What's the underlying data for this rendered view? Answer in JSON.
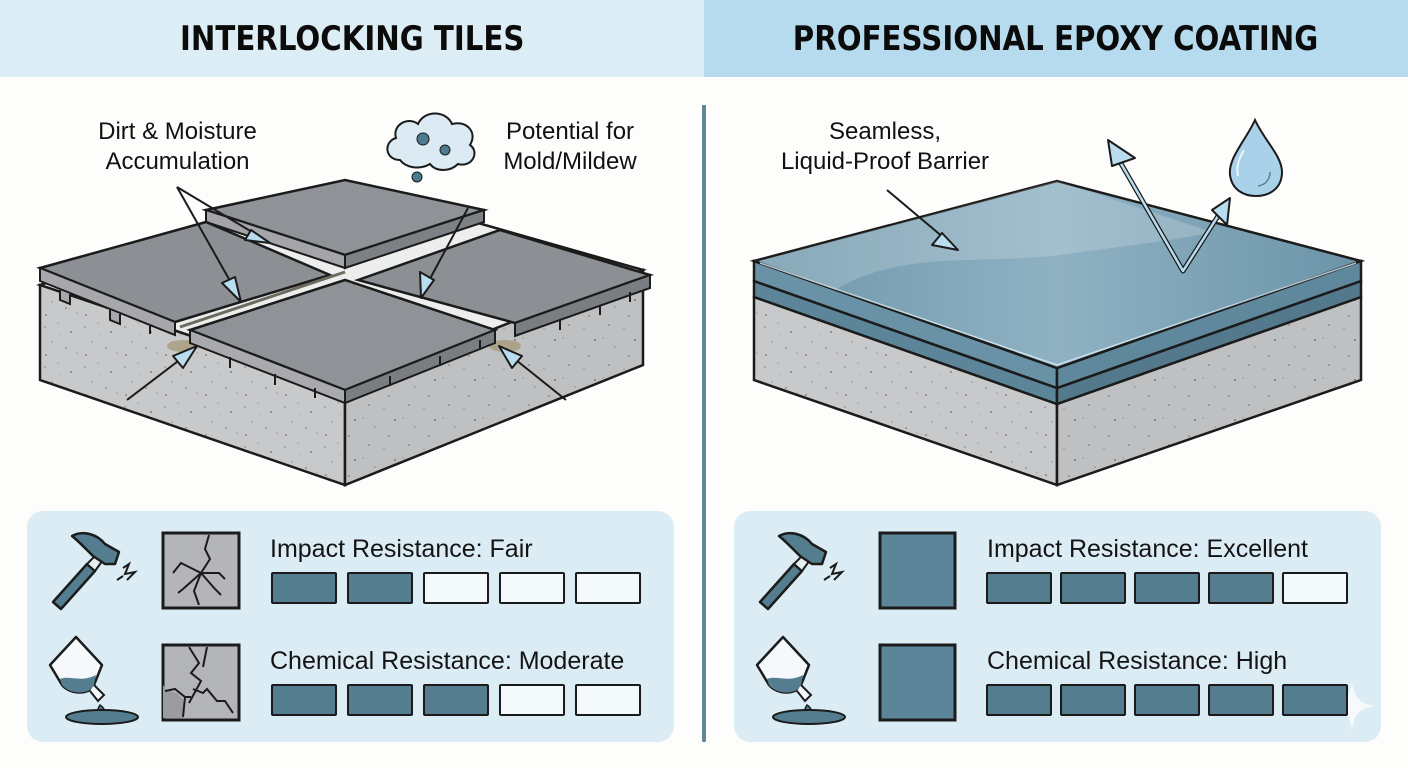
{
  "colors": {
    "accent": "#557d90",
    "header_left_bg": "#dcedf6",
    "header_right_bg": "#b6dbee",
    "panel_bg": "#dcecf5",
    "tile_gray": "#8f9297",
    "concrete": "#c9cacb",
    "epoxy": "#6b93a8"
  },
  "left": {
    "title": "INTERLOCKING TILES",
    "callouts": [
      {
        "line1": "Dirt & Moisture",
        "line2": "Accumulation"
      },
      {
        "line1": "Potential for",
        "line2": "Mold/Mildew"
      }
    ],
    "metrics": [
      {
        "label": "Impact Resistance: Fair",
        "rating": 2,
        "max": 5,
        "icon": "hammer-icon",
        "sample_icon": "cracked-tile-icon"
      },
      {
        "label": "Chemical Resistance: Moderate",
        "rating": 3,
        "max": 5,
        "icon": "chemical-bottle-icon",
        "sample_icon": "broken-tile-icon"
      }
    ]
  },
  "right": {
    "title": "PROFESSIONAL EPOXY COATING",
    "callouts": [
      {
        "line1": "Seamless,",
        "line2": "Liquid-Proof Barrier"
      }
    ],
    "metrics": [
      {
        "label": "Impact Resistance: Excellent",
        "rating": 4,
        "max": 5,
        "icon": "hammer-icon",
        "sample_icon": "intact-tile-icon"
      },
      {
        "label": "Chemical Resistance: High",
        "rating": 5,
        "max": 5,
        "icon": "chemical-bottle-icon",
        "sample_icon": "intact-tile-icon"
      }
    ]
  }
}
